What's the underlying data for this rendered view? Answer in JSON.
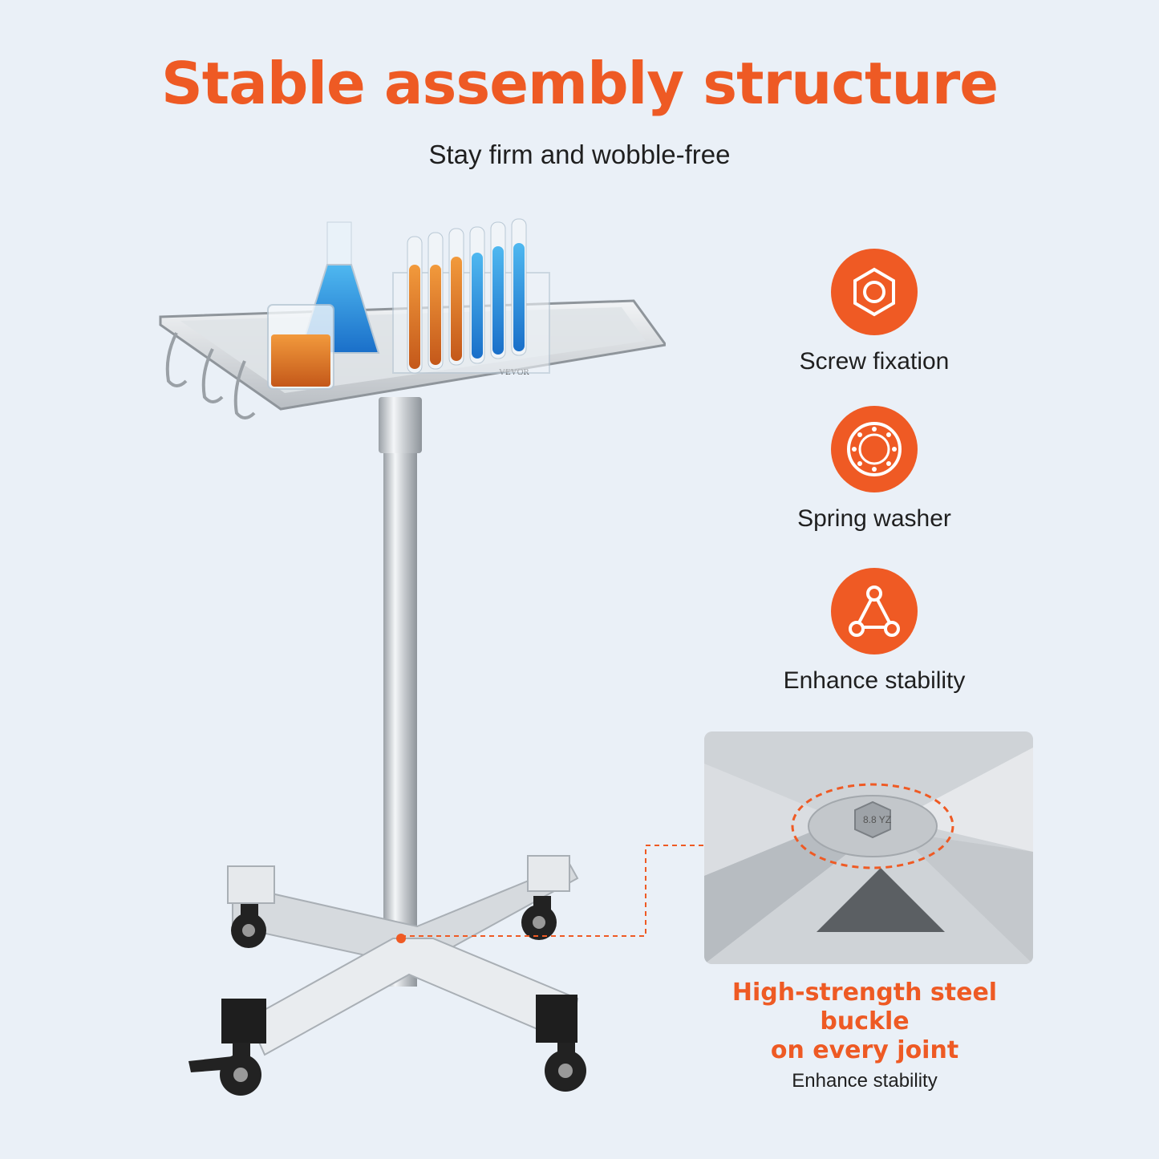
{
  "header": {
    "title": "Stable assembly structure",
    "subtitle": "Stay firm and wobble-free"
  },
  "features": [
    {
      "label": "Screw fixation",
      "icon": "hex-nut-icon"
    },
    {
      "label": "Spring washer",
      "icon": "washer-ring-icon"
    },
    {
      "label": "Enhance stability",
      "icon": "triangle-nodes-icon"
    }
  ],
  "detail": {
    "headline_line1": "High-strength steel buckle",
    "headline_line2": "on every joint",
    "subtext": "Enhance stability",
    "bolt_marking": "8.8 YZ"
  },
  "product": {
    "brand": "VEVOR"
  },
  "colors": {
    "accent": "#ef5a24",
    "background": "#eaf0f7",
    "text": "#1f1f1f"
  }
}
